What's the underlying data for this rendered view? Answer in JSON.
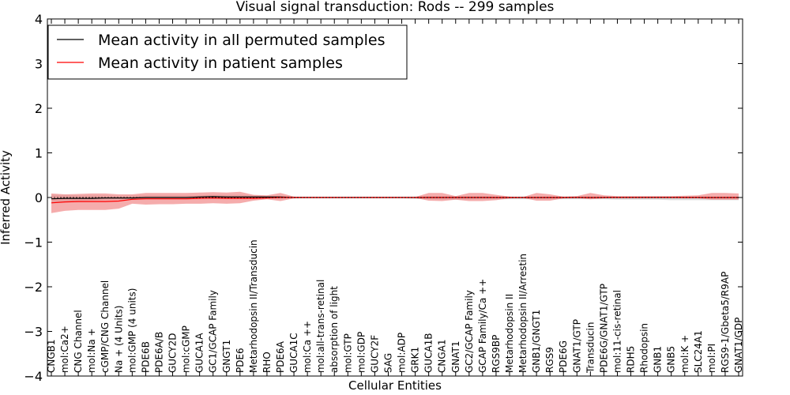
{
  "chart_data": {
    "type": "line",
    "title": "Visual signal transduction: Rods -- 299 samples",
    "xlabel": "Cellular Entities",
    "ylabel": "Inferred Activity",
    "ylim": [
      -4,
      4
    ],
    "yticks": [
      "4",
      "3",
      "2",
      "1",
      "0",
      "−1",
      "−2",
      "−3",
      "−4"
    ],
    "legend_position": "top-left",
    "categories": [
      "CNGB1",
      "mol:Ca2+",
      "CNG Channel",
      "mol:Na +",
      "cGMP/CNG Channel",
      "Na + (4 Units)",
      "mol:GMP (4 units)",
      "PDE6B",
      "PDE6A/B",
      "GUCY2D",
      "mol:cGMP",
      "GUCA1A",
      "GC1/GCAP Family",
      "GNGT1",
      "PDE6",
      "Metarhodopsin II/Transducin",
      "RHO",
      "PDE6A",
      "GUCA1C",
      "mol:Ca ++",
      "mol:all-trans-retinal",
      "absorption of light",
      "mol:GTP",
      "mol:GDP",
      "GUCY2F",
      "SAG",
      "mol:ADP",
      "GRK1",
      "GUCA1B",
      "CNGA1",
      "GNAT1",
      "GC2/GCAP Family",
      "GCAP Family/Ca ++",
      "RGS9BP",
      "Metarhodopsin II",
      "Metarhodopsin II/Arrestin",
      "GNB1/GNGT1",
      "RGS9",
      "PDE6G",
      "GNAT1/GTP",
      "Transducin",
      "PDE6G/GNAT1/GTP",
      "mol:11-cis-retinal",
      "RDH5",
      "Rhodopsin",
      "GNB1",
      "GNB5",
      "mol:K +",
      "SLC24A1",
      "mol:PI",
      "RGS9-1/Gbeta5/R9AP",
      "GNAT1/GDP"
    ],
    "series": [
      {
        "name": "Mean activity in all permuted samples",
        "color": "#000000",
        "band_color": "#bdbdbd",
        "values": [
          -0.03,
          -0.02,
          -0.02,
          -0.02,
          -0.01,
          -0.01,
          -0.01,
          0.0,
          0.0,
          0.0,
          0.0,
          0.01,
          0.02,
          0.01,
          0.01,
          0.01,
          0.01,
          0.01,
          0.0,
          0.0,
          0.0,
          0.0,
          0.0,
          0.0,
          0.0,
          0.0,
          0.0,
          0.0,
          0.0,
          0.0,
          0.0,
          0.0,
          0.0,
          0.0,
          0.0,
          0.0,
          0.0,
          0.0,
          0.0,
          0.0,
          0.0,
          0.0,
          0.0,
          0.0,
          0.0,
          0.0,
          0.0,
          0.0,
          0.0,
          0.0,
          0.0,
          0.0
        ],
        "lower": [
          -0.12,
          -0.1,
          -0.08,
          -0.07,
          -0.06,
          -0.05,
          -0.05,
          -0.04,
          -0.04,
          -0.04,
          -0.04,
          -0.03,
          -0.03,
          -0.03,
          -0.03,
          -0.03,
          -0.03,
          -0.03,
          -0.02,
          -0.02,
          -0.02,
          -0.02,
          -0.02,
          -0.02,
          -0.02,
          -0.02,
          -0.02,
          -0.03,
          -0.04,
          -0.05,
          -0.05,
          -0.05,
          -0.04,
          -0.04,
          -0.04,
          -0.04,
          -0.04,
          -0.04,
          -0.04,
          -0.04,
          -0.04,
          -0.04,
          -0.05,
          -0.05,
          -0.05,
          -0.05,
          -0.06,
          -0.06,
          -0.06,
          -0.06,
          -0.06,
          -0.06
        ],
        "upper": [
          0.06,
          0.06,
          0.05,
          0.05,
          0.05,
          0.04,
          0.05,
          0.05,
          0.05,
          0.05,
          0.05,
          0.05,
          0.06,
          0.06,
          0.06,
          0.05,
          0.04,
          0.03,
          0.02,
          0.02,
          0.02,
          0.02,
          0.02,
          0.02,
          0.02,
          0.02,
          0.02,
          0.02,
          0.03,
          0.03,
          0.03,
          0.03,
          0.03,
          0.02,
          0.02,
          0.02,
          0.02,
          0.02,
          0.02,
          0.02,
          0.02,
          0.02,
          0.02,
          0.02,
          0.02,
          0.02,
          0.02,
          0.02,
          0.02,
          0.02,
          0.02,
          0.02
        ]
      },
      {
        "name": "Mean activity in patient samples",
        "color": "#ff0000",
        "band_color": "#f08080",
        "values": [
          -0.12,
          -0.1,
          -0.09,
          -0.09,
          -0.09,
          -0.08,
          -0.04,
          -0.03,
          -0.03,
          -0.03,
          -0.03,
          -0.02,
          -0.01,
          -0.02,
          -0.02,
          -0.02,
          -0.01,
          0.0,
          0.0,
          0.0,
          0.0,
          0.0,
          0.0,
          0.0,
          0.0,
          0.0,
          0.0,
          0.0,
          0.0,
          0.0,
          0.0,
          0.0,
          0.0,
          0.0,
          0.0,
          0.0,
          0.0,
          0.0,
          0.0,
          0.0,
          0.0,
          0.0,
          0.0,
          0.0,
          0.0,
          0.0,
          0.0,
          0.0,
          0.0,
          0.0,
          0.0,
          0.0
        ],
        "lower": [
          -0.35,
          -0.3,
          -0.28,
          -0.28,
          -0.28,
          -0.25,
          -0.14,
          -0.16,
          -0.15,
          -0.15,
          -0.14,
          -0.14,
          -0.13,
          -0.14,
          -0.13,
          -0.07,
          -0.04,
          -0.08,
          -0.02,
          -0.01,
          -0.01,
          -0.01,
          -0.01,
          -0.01,
          -0.01,
          -0.01,
          -0.01,
          -0.01,
          -0.07,
          -0.08,
          -0.05,
          -0.08,
          -0.08,
          -0.06,
          -0.02,
          -0.01,
          -0.07,
          -0.07,
          -0.02,
          -0.01,
          -0.04,
          -0.02,
          -0.01,
          -0.01,
          -0.01,
          -0.01,
          -0.01,
          -0.02,
          -0.02,
          -0.05,
          -0.05,
          -0.05
        ],
        "upper": [
          0.09,
          0.07,
          0.08,
          0.09,
          0.09,
          0.07,
          0.07,
          0.1,
          0.1,
          0.1,
          0.1,
          0.11,
          0.12,
          0.11,
          0.13,
          0.06,
          0.05,
          0.1,
          0.02,
          0.01,
          0.01,
          0.01,
          0.01,
          0.01,
          0.01,
          0.01,
          0.01,
          0.01,
          0.1,
          0.1,
          0.03,
          0.1,
          0.1,
          0.06,
          0.02,
          0.01,
          0.1,
          0.07,
          0.02,
          0.03,
          0.1,
          0.05,
          0.03,
          0.03,
          0.03,
          0.03,
          0.03,
          0.04,
          0.05,
          0.1,
          0.1,
          0.09
        ]
      }
    ]
  }
}
